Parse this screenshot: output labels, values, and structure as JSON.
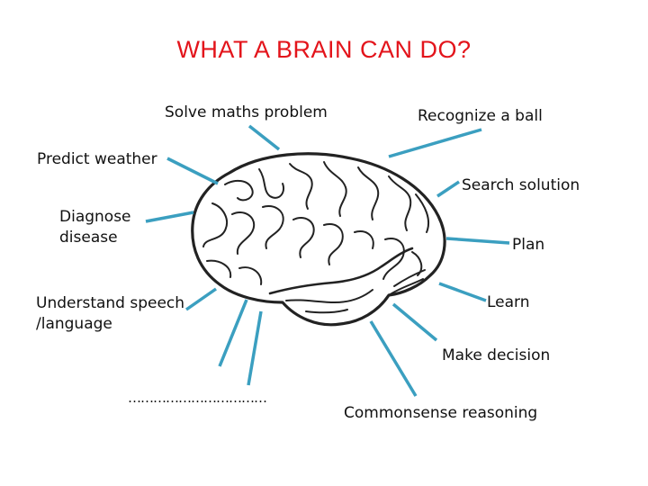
{
  "title": "WHAT A BRAIN CAN DO?",
  "labels": {
    "solve_maths": "Solve maths problem",
    "recognize_ball": "Recognize a ball",
    "predict_weather": "Predict weather",
    "search_solution": "Search solution",
    "diagnose_line1": "Diagnose",
    "diagnose_line2": "disease",
    "plan": "Plan",
    "understand_line1": "Understand speech",
    "understand_line2": "/language",
    "learn": "Learn",
    "make_decision": "Make decision",
    "dots": "……………………………",
    "commonsense": "Commonsense reasoning"
  },
  "colors": {
    "title": "#e3141b",
    "connector": "#3b9fc0",
    "text": "#111111",
    "brain_outline": "#222222"
  },
  "icons": {
    "brain": "brain-illustration"
  }
}
